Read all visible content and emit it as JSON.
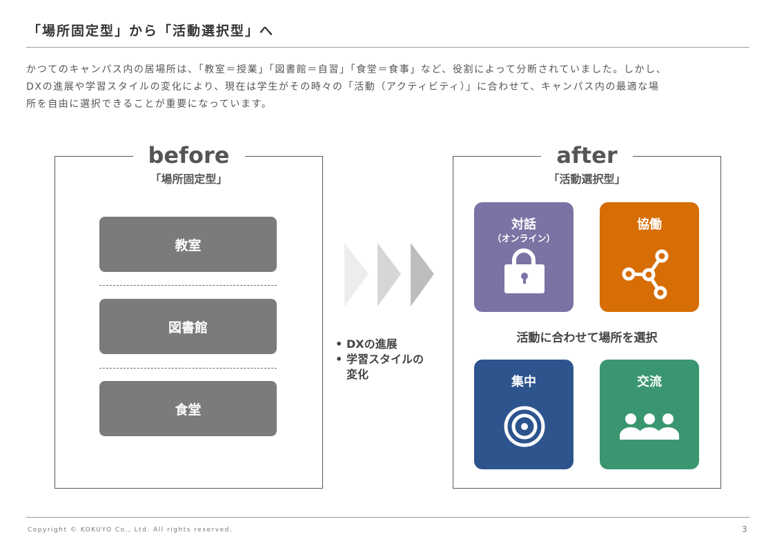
{
  "title": "「場所固定型」から「活動選択型」へ",
  "lead": [
    "かつてのキャンパス内の居場所は、「教室＝授業」「図書館＝自習」「食堂＝食事」など、役割によって分断されていました。しかし、",
    "DXの進展や学習スタイルの変化により、現在は学生がその時々の「活動（アクティビティ）」に合わせて、キャンパス内の最適な場",
    "所を自由に選択できることが重要になっています。"
  ],
  "before": {
    "heading": "before",
    "subtitle": "「場所固定型」",
    "places": [
      "教室",
      "図書館",
      "食堂"
    ]
  },
  "drivers": [
    "DXの進展",
    "学習スタイルの",
    "変化"
  ],
  "after": {
    "heading": "after",
    "subtitle": "「活動選択型」",
    "note": "活動に合わせて場所を選択",
    "tiles": [
      {
        "label": "対話",
        "sub": "（オンライン）",
        "icon": "lock-icon",
        "color": "#7b73a4"
      },
      {
        "label": "協働",
        "sub": "",
        "icon": "share-icon",
        "color": "#d66e05"
      },
      {
        "label": "集中",
        "sub": "",
        "icon": "target-icon",
        "color": "#2d548d"
      },
      {
        "label": "交流",
        "sub": "",
        "icon": "people-icon",
        "color": "#3a9671"
      }
    ]
  },
  "footer": {
    "copyright": "Copyright © KOKUYO Co., Ltd. All rights reserved.",
    "page": "3"
  }
}
